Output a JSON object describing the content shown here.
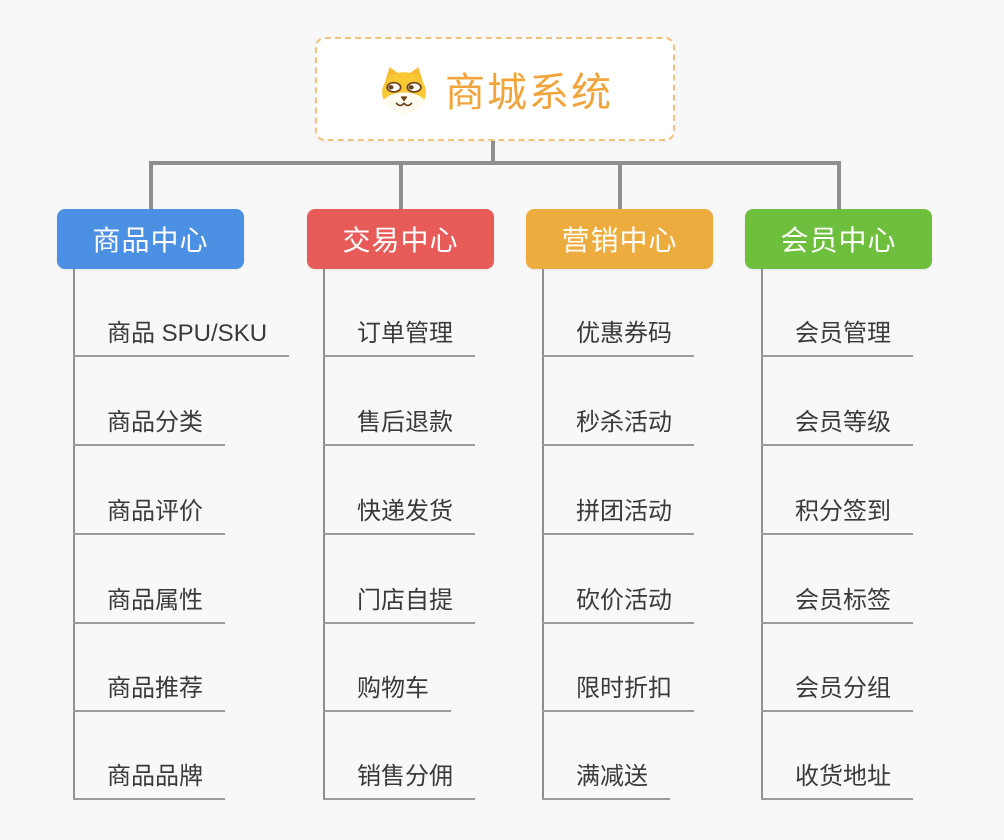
{
  "root": {
    "title": "商城系统",
    "icon": "shiba-dog-icon"
  },
  "branches": [
    {
      "label": "商品中心",
      "color": "#4B90E2",
      "items": [
        "商品 SPU/SKU",
        "商品分类",
        "商品评价",
        "商品属性",
        "商品推荐",
        "商品品牌"
      ]
    },
    {
      "label": "交易中心",
      "color": "#E75C58",
      "items": [
        "订单管理",
        "售后退款",
        "快递发货",
        "门店自提",
        "购物车",
        "销售分佣"
      ]
    },
    {
      "label": "营销中心",
      "color": "#EDAD3E",
      "items": [
        "优惠券码",
        "秒杀活动",
        "拼团活动",
        "砍价活动",
        "限时折扣",
        "满减送"
      ]
    },
    {
      "label": "会员中心",
      "color": "#6FBF3E",
      "items": [
        "会员管理",
        "会员等级",
        "积分签到",
        "会员标签",
        "会员分组",
        "收货地址"
      ]
    }
  ],
  "colors": {
    "background": "#F8F8F8",
    "root_text": "#F0A43C",
    "root_border": "#F2C27B",
    "connector": "#8F8F8F",
    "underline": "#9B9B9B",
    "topic_text": "#3A3A3A",
    "dog_yellow": "#F9C835",
    "dog_brown": "#6B4318"
  }
}
